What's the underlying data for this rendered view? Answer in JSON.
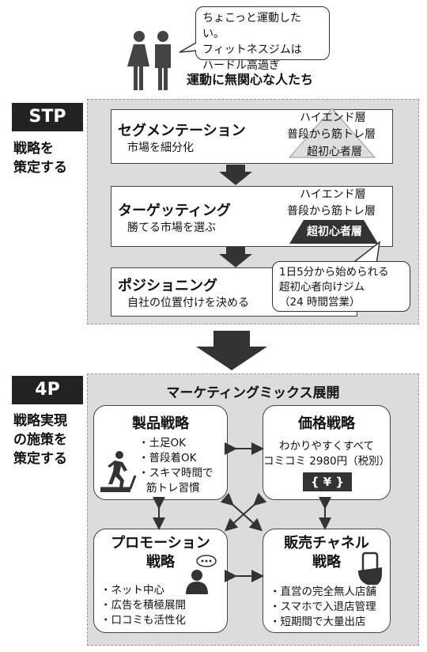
{
  "intro": {
    "speech_lines": [
      "ちょこっと運動したい。",
      "フィットネスジムは",
      "ハードル高過ぎ"
    ],
    "caption": "運動に無関心な人たち"
  },
  "stp": {
    "tag": "STP",
    "side_lines": [
      "戦略を",
      "策定する"
    ],
    "steps": [
      {
        "title": "セグメンテーション",
        "sub": "市場を細分化"
      },
      {
        "title": "ターゲッティング",
        "sub": "勝てる市場を選ぶ"
      },
      {
        "title": "ポジショニング",
        "sub": "自社の位置付けを決める"
      }
    ],
    "pyramid": {
      "top": "ハイエンド層",
      "middle": "普段から筋トレ層",
      "bottom": "超初心者層"
    },
    "position_note": [
      "1日5分から始められる",
      "超初心者向けジム",
      "（24 時間営業）"
    ]
  },
  "fourp": {
    "tag": "4P",
    "side_lines": [
      "戦略実現",
      "の施策を",
      "策定する"
    ],
    "heading": "マーケティングミックス展開",
    "product": {
      "title": "製品戦略",
      "bullets": [
        "・土足OK",
        "・普段着OK",
        "・スキマ時間で",
        "筋トレ習慣"
      ]
    },
    "price": {
      "title": "価格戦略",
      "lines": [
        "わかりやすくすべて",
        "コミコミ 2980円（税別）"
      ],
      "yen": "{ ¥ }"
    },
    "promotion": {
      "title_lines": [
        "プロモーション",
        "戦略"
      ],
      "bullets": [
        "・ネット中心",
        "・広告を積極展開",
        "・口コミも活性化"
      ]
    },
    "channel": {
      "title_lines": [
        "販売チャネル",
        "戦略"
      ],
      "bullets": [
        "・直営の完全無人店舗",
        "・スマホで入退店管理",
        "・短期間で大量出店"
      ]
    }
  }
}
